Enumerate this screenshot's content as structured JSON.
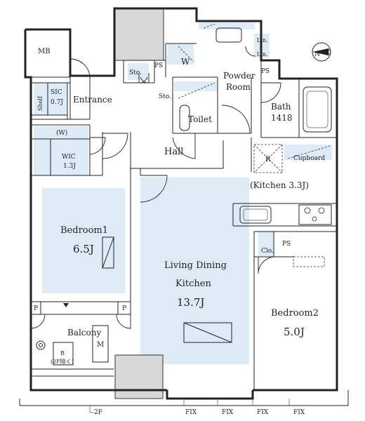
{
  "rooms": {
    "mb": "MB",
    "entrance": "Entrance",
    "sic_label": "SIC",
    "sic_size": "0.7J",
    "shelf": "Shelf",
    "w_closet": "(W)",
    "wic_label": "WIC",
    "wic_size": "1.3J",
    "sto_left": "Sto.",
    "sto_right": "Sto.",
    "ps_top": "PS",
    "washer": "W",
    "lin_top": "Lin.",
    "lin_bottom": "Lin.",
    "ps_bath": "PS",
    "powder_line1": "Powder",
    "powder_line2": "Room",
    "toilet": "Toilet",
    "bath_label": "Bath",
    "bath_size": "1418",
    "hall": "Hall",
    "fridge": "R",
    "cupboard": "Cupboard",
    "kitchen": "(Kitchen 3.3J)",
    "bedroom1_label": "Bedroom1",
    "bedroom1_size": "6.5J",
    "ldk_line1": "Living Dining",
    "ldk_line2": "Kitchen",
    "ldk_size": "13.7J",
    "clo": "Clo.",
    "ps_clo": "PS",
    "bedroom2_label": "Bedroom2",
    "bedroom2_size": "5.0J",
    "balcony": "Balcony",
    "p_left": "P",
    "p_right": "P",
    "m_unit": "M",
    "b_label": "B",
    "b_note": "(2F除く)"
  },
  "compass": {
    "label": "N"
  },
  "footer": {
    "floor": "2F",
    "fix": [
      "FIX",
      "FIX",
      "FIX",
      "FIX"
    ]
  },
  "colors": {
    "room_fill": "#dcebf5",
    "wall": "#222222",
    "shaft": "#d8d8d8"
  }
}
